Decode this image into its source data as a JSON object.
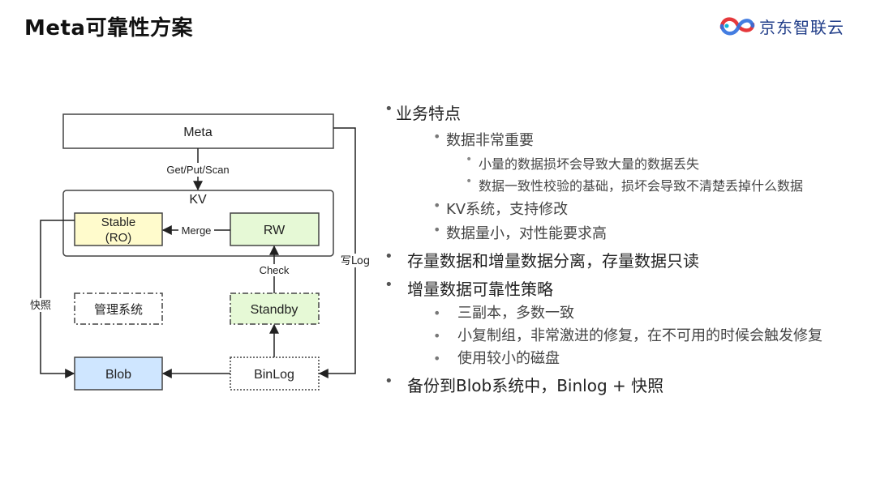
{
  "header": {
    "title": "Meta可靠性方案",
    "logo_text": "京东智联云",
    "logo_colors": [
      "#e5383b",
      "#2f6fde",
      "#0bb5d8"
    ]
  },
  "diagram": {
    "meta": "Meta",
    "get_put_scan": "Get/Put/Scan",
    "kv": "KV",
    "stable_line1": "Stable",
    "stable_line2": "(RO)",
    "merge": "Merge",
    "rw": "RW",
    "check": "Check",
    "write_log": "写Log",
    "snapshot": "快照",
    "mgmt": "管理系统",
    "standby": "Standby",
    "blob": "Blob",
    "binlog": "BinLog",
    "colors": {
      "stable_fill": "#fffbcc",
      "rw_fill": "#e6f9d6",
      "standby_fill": "#e6f9d6",
      "blob_fill": "#cfe6ff"
    }
  },
  "bullets": {
    "b1": "业务特点",
    "b1_1": "数据非常重要",
    "b1_1_1": "小量的数据损坏会导致大量的数据丢失",
    "b1_1_2": "数据一致性校验的基础，损坏会导致不清楚丢掉什么数据",
    "b1_2": "KV系统，支持修改",
    "b1_3": "数据量小，对性能要求高",
    "b2": "存量数据和增量数据分离，存量数据只读",
    "b3": "增量数据可靠性策略",
    "b3_1": "三副本，多数一致",
    "b3_2": "小复制组，非常激进的修复，在不可用的时候会触发修复",
    "b3_3": "使用较小的磁盘",
    "b4": "备份到Blob系统中，Binlog + 快照"
  }
}
